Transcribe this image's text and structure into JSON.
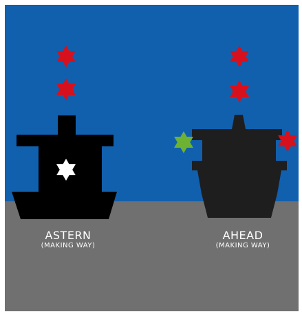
{
  "colors": {
    "sky": "#1160AE",
    "water": "#707070",
    "hull_astern": "#000000",
    "hull_ahead": "#1E1E1E",
    "masthead_light": "#D7101D",
    "starboard_light": "#6EB233",
    "port_light": "#D7101D",
    "stern_light": "#FFFFFF"
  },
  "astern": {
    "title": "ASTERN",
    "subtitle": "(MAKING WAY)"
  },
  "ahead": {
    "title": "AHEAD",
    "subtitle": "(MAKING WAY)"
  },
  "icons": {
    "light": "six-point-star"
  }
}
